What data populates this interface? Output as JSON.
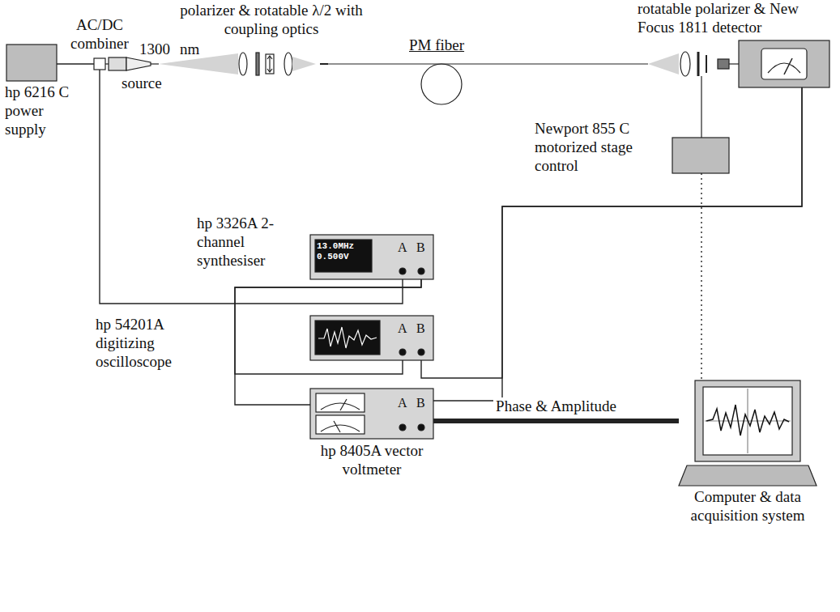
{
  "diagram": {
    "nodes": [
      {
        "text": [
          "hp 6216 C power supply"
        ]
      },
      {
        "text": [
          "AC/DC combiner"
        ]
      },
      {
        "text": [
          "rotatable polarizer & New Focus 1811 detector"
        ]
      },
      {
        "text": [
          "Newport 855 C motorized stage control"
        ]
      },
      {
        "text": [
          "hp 3326A 2-channel synthesiser",
          "13.0MHz",
          "0.500V",
          "A",
          "B"
        ]
      },
      {
        "text": [
          "hp 54201A digitizing oscilloscope",
          "A",
          "B"
        ]
      },
      {
        "text": [
          "hp 8405A vector voltmeter",
          "A",
          "B"
        ]
      },
      {
        "text": [
          "Computer & data acquisition system"
        ]
      }
    ],
    "edges": [
      {
        "from": 0,
        "to": 1,
        "arrow": "none"
      },
      {
        "from": 1,
        "to": 4,
        "arrow": "none"
      },
      {
        "from": 4,
        "to": 5,
        "arrow": "none"
      },
      {
        "from": 4,
        "to": 6,
        "arrow": "none"
      },
      {
        "from": 2,
        "to": 5,
        "arrow": "none"
      },
      {
        "from": 2,
        "to": 6,
        "arrow": "none"
      },
      {
        "from": 6,
        "to": 7,
        "label": "Phase & Amplitude",
        "arrow": "none"
      },
      {
        "from": 3,
        "to": 7,
        "arrow": "none"
      }
    ],
    "labels": [
      "1300",
      "nm",
      "source",
      "polarizer & rotatable λ/2 with coupling optics",
      "PM fiber"
    ]
  }
}
